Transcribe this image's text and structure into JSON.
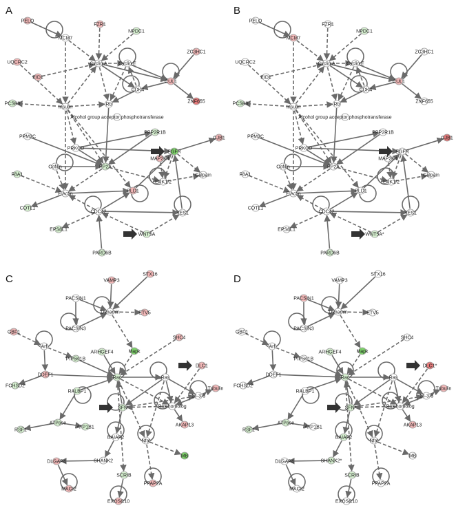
{
  "colors": {
    "up": "#f2b8b8",
    "up_strong": "#e57a7a",
    "down": "#d6f0d0",
    "down_strong": "#7fd46b",
    "neutral": "#ffffff",
    "edge": "#6a6a6a",
    "arrow": "#333333"
  },
  "panels": [
    {
      "label": "A",
      "nodes": {
        "PELO": {
          "t": "PELO",
          "c": "up"
        },
        "MCM7": {
          "t": "MCM7",
          "c": "neutral"
        },
        "FZR1": {
          "t": "FZR1",
          "c": "up"
        },
        "NPDC1": {
          "t": "NPDC1",
          "c": "down"
        },
        "ZC3HC1": {
          "t": "ZC3HC1",
          "c": "up"
        },
        "UQCRC2": {
          "t": "UQCRC2",
          "c": "up"
        },
        "CyclinA": {
          "t": "Cyclin A",
          "c": "neutral"
        },
        "CyclinE": {
          "t": "Cyclin E",
          "c": "neutral"
        },
        "EID1": {
          "t": "EID1",
          "c": "up"
        },
        "CUL1": {
          "t": "CUL1",
          "c": "up"
        },
        "CDK4": {
          "t": "CDK4",
          "c": "neutral"
        },
        "PCSK9": {
          "t": "PCSK9",
          "c": "down"
        },
        "Insulin": {
          "t": "Insulin",
          "c": "neutral"
        },
        "Rb": {
          "t": "Rb",
          "c": "neutral"
        },
        "ZNF655": {
          "t": "ZNF655",
          "c": "up_strong"
        },
        "AGAP": {
          "t": "Alcohol group acceptor phosphotransferase",
          "c": "neutral"
        },
        "PPP2R1B": {
          "t": "PPP2R1B",
          "c": "down"
        },
        "PPM2C": {
          "t": "PPM2C",
          "c": "neutral"
        },
        "PRKCD": {
          "t": "PRKCD",
          "c": "neutral"
        },
        "EGFR": {
          "t": "EGFR",
          "c": "down_strong"
        },
        "GJB1": {
          "t": "GJB1",
          "c": "up"
        },
        "MAP2K4": {
          "t": "MAP2K4",
          "c": "up"
        },
        "Cofilin": {
          "t": "Cofilin",
          "c": "neutral"
        },
        "PP2A": {
          "t": "PP2A",
          "c": "down"
        },
        "ERK12": {
          "t": "ERK1/2",
          "c": "neutral"
        },
        "Calpain": {
          "t": "Calpain",
          "c": "neutral"
        },
        "F8A1": {
          "t": "F8A1",
          "c": "down"
        },
        "FActin": {
          "t": "F Actin",
          "c": "neutral"
        },
        "PLD1": {
          "t": "PLD1",
          "c": "up"
        },
        "COTL1": {
          "t": "COTL1",
          "c": "down"
        },
        "CDC42": {
          "t": "CDC42",
          "c": "neutral"
        },
        "YES1": {
          "t": "YES1",
          "c": "neutral"
        },
        "EPS8L1": {
          "t": "EPS8L1",
          "c": "down"
        },
        "WNT5A": {
          "t": "WNT5A",
          "c": "down"
        },
        "PARD6B": {
          "t": "PARD6B",
          "c": "down"
        }
      }
    },
    {
      "label": "B",
      "nodes": {
        "PELO": {
          "t": "PELO",
          "c": "neutral"
        },
        "MCM7": {
          "t": "MCM7",
          "c": "up"
        },
        "FZR1": {
          "t": "FZR1",
          "c": "neutral"
        },
        "NPDC1": {
          "t": "NPDC1",
          "c": "down"
        },
        "ZC3HC1": {
          "t": "ZC3HC1",
          "c": "neutral"
        },
        "UQCRC2": {
          "t": "UQCRC2",
          "c": "neutral"
        },
        "CyclinA": {
          "t": "Cyclin A",
          "c": "neutral"
        },
        "CyclinE": {
          "t": "Cyclin E",
          "c": "neutral"
        },
        "EID1": {
          "t": "EID1",
          "c": "neutral"
        },
        "CUL1": {
          "t": "CUL1",
          "c": "up"
        },
        "CDK4": {
          "t": "CDK4",
          "c": "neutral"
        },
        "PCSK9": {
          "t": "PCSK9",
          "c": "down"
        },
        "Insulin": {
          "t": "Insulin",
          "c": "neutral"
        },
        "Rb": {
          "t": "Rb",
          "c": "neutral"
        },
        "ZNF655": {
          "t": "ZNF655",
          "c": "neutral"
        },
        "AGAP": {
          "t": "Alcohol group acceptor phosphotransferase",
          "c": "neutral"
        },
        "PPP2R1B": {
          "t": "PPP2R1B",
          "c": "neutral"
        },
        "PPM2C": {
          "t": "PPM2C",
          "c": "neutral"
        },
        "PRKCD": {
          "t": "PRKCD",
          "c": "neutral"
        },
        "EGFR": {
          "t": "EGFR",
          "c": "neutral"
        },
        "GJB1": {
          "t": "GJB1",
          "c": "up_strong"
        },
        "MAP2K4": {
          "t": "MAP2K4",
          "c": "neutral"
        },
        "Cofilin": {
          "t": "Cofilin",
          "c": "neutral"
        },
        "PP2A": {
          "t": "PP2A",
          "c": "neutral"
        },
        "ERK12": {
          "t": "ERK1/2",
          "c": "neutral"
        },
        "Calpain": {
          "t": "Calpain",
          "c": "neutral"
        },
        "F8A1": {
          "t": "F8A1",
          "c": "neutral"
        },
        "FActin": {
          "t": "F Actin",
          "c": "neutral"
        },
        "PLD1": {
          "t": "PLD1",
          "c": "neutral"
        },
        "COTL1": {
          "t": "COTL1",
          "c": "neutral"
        },
        "CDC42": {
          "t": "CDC42",
          "c": "neutral"
        },
        "YES1": {
          "t": "YES1",
          "c": "neutral"
        },
        "EPS8L1": {
          "t": "EPS8L1",
          "c": "neutral"
        },
        "WNT5A": {
          "t": "WNT5A*",
          "c": "down"
        },
        "PARD6B": {
          "t": "PARD6B",
          "c": "down"
        }
      }
    },
    {
      "label": "C",
      "nodes": {
        "VAMP3": {
          "t": "VAMP3",
          "c": "up"
        },
        "STX16": {
          "t": "STX16",
          "c": "up"
        },
        "PACSIN1": {
          "t": "PACSIN1",
          "c": "neutral"
        },
        "Dynamin": {
          "t": "Dynamin",
          "c": "neutral"
        },
        "ETV5": {
          "t": "ETV5",
          "c": "up"
        },
        "GBF1": {
          "t": "GBF1",
          "c": "up"
        },
        "PACSIN3": {
          "t": "PACSIN3",
          "c": "neutral"
        },
        "Arf": {
          "t": "Arf",
          "c": "neutral"
        },
        "Mapk": {
          "t": "Mapk",
          "c": "down_strong"
        },
        "SHC4": {
          "t": "SHC4",
          "c": "up"
        },
        "PIP5K1B": {
          "t": "PIP5K1B",
          "c": "down"
        },
        "ARHGEF4": {
          "t": "ARHGEF4",
          "c": "down"
        },
        "DLC1": {
          "t": "DLC1",
          "c": "up"
        },
        "DDEF1": {
          "t": "DDEF1",
          "c": "up"
        },
        "Rac": {
          "t": "Rac",
          "c": "down"
        },
        "Ras": {
          "t": "Ras",
          "c": "neutral"
        },
        "FCHSD2": {
          "t": "FCHSD2",
          "c": "down"
        },
        "RALBP1": {
          "t": "RALBP1",
          "c": "down"
        },
        "Tubulin": {
          "t": "Tubulin",
          "c": "up"
        },
        "1433": {
          "t": "14-3-3",
          "c": "neutral"
        },
        "SFN": {
          "t": "SFN",
          "c": "down"
        },
        "RasHomolog": {
          "t": "Ras homolog",
          "c": "neutral"
        },
        "ATPase": {
          "t": "ATPase",
          "c": "down"
        },
        "ATP1B1": {
          "t": "ATP1B1",
          "c": "down"
        },
        "RSF1": {
          "t": "RSF1",
          "c": "down"
        },
        "AKAP13": {
          "t": "AKAP13",
          "c": "up"
        },
        "BAIAP2": {
          "t": "BAIAP2",
          "c": "neutral"
        },
        "Nfat": {
          "t": "Nfat",
          "c": "neutral"
        },
        "DLGAP4": {
          "t": "DLGAP4",
          "c": "up"
        },
        "SHANK2": {
          "t": "SHANK2",
          "c": "neutral"
        },
        "MB": {
          "t": "MB",
          "c": "down_strong"
        },
        "SCRIB": {
          "t": "SCRIB",
          "c": "down"
        },
        "PPAP2A": {
          "t": "PPAP2A",
          "c": "up"
        },
        "MAGI2": {
          "t": "MAGI2",
          "c": "up"
        },
        "EXOSC10": {
          "t": "EXOSC10",
          "c": "up"
        }
      }
    },
    {
      "label": "D",
      "nodes": {
        "VAMP3": {
          "t": "VAMP3",
          "c": "neutral"
        },
        "STX16": {
          "t": "STX16",
          "c": "neutral"
        },
        "PACSIN1": {
          "t": "PACSIN1",
          "c": "up"
        },
        "Dynamin": {
          "t": "Dynamin",
          "c": "neutral"
        },
        "ETV5": {
          "t": "ETV5",
          "c": "neutral"
        },
        "GBF1": {
          "t": "GBF1",
          "c": "neutral"
        },
        "PACSIN3": {
          "t": "PACSIN3",
          "c": "neutral"
        },
        "Arf": {
          "t": "Arf",
          "c": "neutral"
        },
        "Mapk": {
          "t": "Mapk",
          "c": "down_strong"
        },
        "SHC4": {
          "t": "SHC4",
          "c": "neutral"
        },
        "PIP5K1B": {
          "t": "PIP5K1B",
          "c": "neutral"
        },
        "ARHGEF4": {
          "t": "ARHGEF4",
          "c": "down"
        },
        "DLC1": {
          "t": "DLC1*",
          "c": "up_strong"
        },
        "DDEF1": {
          "t": "DDEF1",
          "c": "neutral"
        },
        "Rac": {
          "t": "Rac",
          "c": "down"
        },
        "Ras": {
          "t": "Ras",
          "c": "neutral"
        },
        "FCHSD2": {
          "t": "FCHSD2",
          "c": "neutral"
        },
        "RALBP1": {
          "t": "RALBP1",
          "c": "neutral"
        },
        "Tubulin": {
          "t": "Tubulin",
          "c": "up"
        },
        "1433": {
          "t": "14-3-3",
          "c": "neutral"
        },
        "SFN": {
          "t": "SFN*",
          "c": "down"
        },
        "RasHomolog": {
          "t": "Ras homolog",
          "c": "neutral"
        },
        "ATPase": {
          "t": "ATPase",
          "c": "down"
        },
        "ATP1B1": {
          "t": "ATP1B1",
          "c": "neutral"
        },
        "RSF1": {
          "t": "RSF1",
          "c": "down"
        },
        "AKAP13": {
          "t": "AKAP13",
          "c": "up"
        },
        "BAIAP2": {
          "t": "BAIAP2",
          "c": "down"
        },
        "Nfat": {
          "t": "Nfat",
          "c": "neutral"
        },
        "DLGAP4": {
          "t": "DLGAP4",
          "c": "neutral"
        },
        "SHANK2": {
          "t": "SHANK2*",
          "c": "down"
        },
        "MB": {
          "t": "MB",
          "c": "neutral"
        },
        "SCRIB": {
          "t": "SCRIB",
          "c": "down"
        },
        "PPAP2A": {
          "t": "PPAP2A",
          "c": "neutral"
        },
        "MAGI2": {
          "t": "MAGI2",
          "c": "neutral"
        },
        "EXOSC10": {
          "t": "EXOSC10",
          "c": "neutral"
        }
      }
    }
  ]
}
